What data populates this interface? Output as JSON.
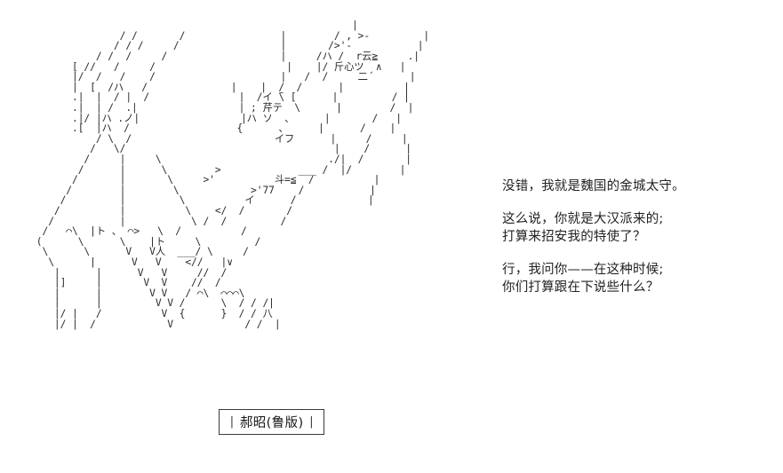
{
  "scene": {
    "background_color": "#ffffff",
    "text_color": "#222222",
    "art_color": "#2b2b2b"
  },
  "ascii_art": {
    "style": "2ch-aa-character-portrait",
    "body": "                                                         |\n                  / /       /                |        / , >-         |\n                 / / /     /                 |       />'-           |\n              / /  /     /                   |     /ハ /  r云≧     .|\n          [ //   /     /                      |    |/ 斤心ツ  ∧   |\n          |/  /   /    /                     |   /  /     二´      |\n          |  [  /ハ   /              |    |  /  /      |          |\n          .|  |  / |  /               |  /イ ̄\\ [      |         / |\n          .|  | /  .|                 | ; 芹テ  \\      |        /  |\n          .|/ |ハ .ノ|                 |ハ ソ  、     |       /   |\n          .[  |ハ  /                  {      、     |      /    |\n              / \\  /                        イフ      |     /     |\n             /   \\/                                   |    /      |\n            /     |     \\                            ./|  /       |\n           /      |      \\        >             ___ /  |/        |\n          /       |       \\     >'          斗=≦  /          |\n         /        |        \\            >'77    /           |\n        /         |         \\          イ      /            |\n       /          |          \\    </  /       /\n      /           |           \\ /  /         /\n     /   ⌒\\  |ト 、 ⌒>   \\  /          /\n    (      \\      \\    |ト     \\         /\n     \\      \\      V   V人  ___/ \\     /\n      \\      |      V   V    <//   |∨\n       |      |      V   V     //  /\n       |]     |       V  V    //  /\n       |      |        V V   / ⌒\\  ⌒⌒⌒\\\n       |      |         V V /      \\  / / /|\n       |/ |   /          V  {      }  / / 八\n       |/ |  /            V            / /  |",
    "eye_details": [
      "r云≧",
      "斤心ツ",
      "芹テ",
      "ハ ソ",
      "斗=≦",
      ">'77",
      "イフ"
    ]
  },
  "dialogue": {
    "paragraphs": [
      {
        "lines": [
          "没错，我就是魏国的金城太守。"
        ]
      },
      {
        "lines": [
          "这么说，你就是大汉派来的;",
          "打算来招安我的特使了？"
        ]
      },
      {
        "lines": [
          "行，我问你——在这种时候;",
          "你们打算跟在下说些什么？"
        ]
      }
    ]
  },
  "nameplate": {
    "left_bar": "|",
    "name": "郝昭(鲁版)",
    "right_bar": "|"
  }
}
